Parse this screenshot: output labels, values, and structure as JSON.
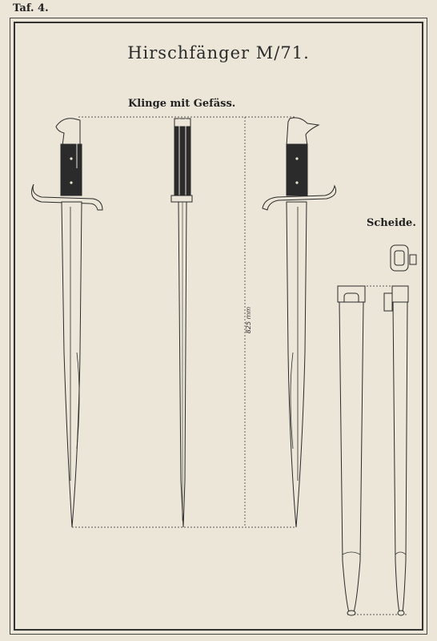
{
  "plate": {
    "label": "Taf. 4."
  },
  "title": "Hirschfänger M/71.",
  "subtitle": "Klinge mit Gefäss.",
  "scabbard_label": "Scheide.",
  "dimension": {
    "length_text": "825 mm"
  },
  "colors": {
    "paper": "#ece6d8",
    "ink": "#2a2a2a",
    "grip": "#2b2b2b"
  }
}
